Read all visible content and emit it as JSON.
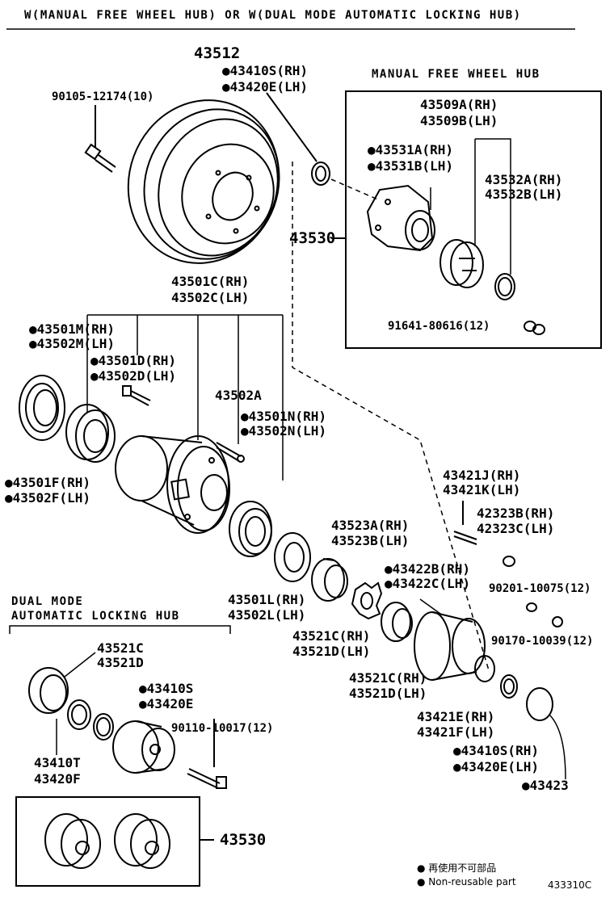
{
  "header": {
    "title": "W(MANUAL FREE WHEEL HUB) OR W(DUAL MODE AUTOMATIC LOCKING HUB)"
  },
  "panels": {
    "manual_title": "MANUAL FREE WHEEL HUB",
    "dual_title_line1": "DUAL MODE",
    "dual_title_line2": "AUTOMATIC LOCKING HUB"
  },
  "parts": {
    "p43512": "43512",
    "p43410S_RH": "●43410S(RH)",
    "p43420E_LH": "●43420E(LH)",
    "p90105": "90105-12174(10)",
    "p43509A": "43509A(RH)",
    "p43509B": "43509B(LH)",
    "p43531A": "●43531A(RH)",
    "p43531B": "●43531B(LH)",
    "p43532A": "43532A(RH)",
    "p43532B": "43532B(LH)",
    "p43530_top": "43530",
    "p91641": "91641-80616(12)",
    "p43501C": "43501C(RH)",
    "p43502C": "43502C(LH)",
    "p43501M": "●43501M(RH)",
    "p43502M": "●43502M(LH)",
    "p43501D": "●43501D(RH)",
    "p43502D": "●43502D(LH)",
    "p43502A": "43502A",
    "p43501N": "●43501N(RH)",
    "p43502N": "●43502N(LH)",
    "p43501F": "●43501F(RH)",
    "p43502F": "●43502F(LH)",
    "p43421J": "43421J(RH)",
    "p43421K": "43421K(LH)",
    "p42323B": "42323B(RH)",
    "p42323C": "42323C(LH)",
    "p43523A": "43523A(RH)",
    "p43523B": "43523B(LH)",
    "p43422B": "●43422B(RH)",
    "p43422C": "●43422C(LH)",
    "p90201": "90201-10075(12)",
    "p43501L": "43501L(RH)",
    "p43502L": "43502L(LH)",
    "p43521C_a": "43521C(RH)",
    "p43521D_a": "43521D(LH)",
    "p90170": "90170-10039(12)",
    "p43521C_b": "43521C(RH)",
    "p43521D_b": "43521D(LH)",
    "p43421E": "43421E(RH)",
    "p43421F": "43421F(LH)",
    "p43410S_RH_b": "●43410S(RH)",
    "p43420E_LH_b": "●43420E(LH)",
    "p43423": "●43423",
    "p43521C_c": "43521C",
    "p43521D_c": "43521D",
    "p43410S_c": "●43410S",
    "p43420E_c": "●43420E",
    "p90110": "90110-10017(12)",
    "p43410T": "43410T",
    "p43420F": "43420F",
    "p43530_bottom": "43530"
  },
  "legend": {
    "jp": "● 再使用不可部品",
    "en": "● Non-reusable part"
  },
  "figure_code": "433310C"
}
